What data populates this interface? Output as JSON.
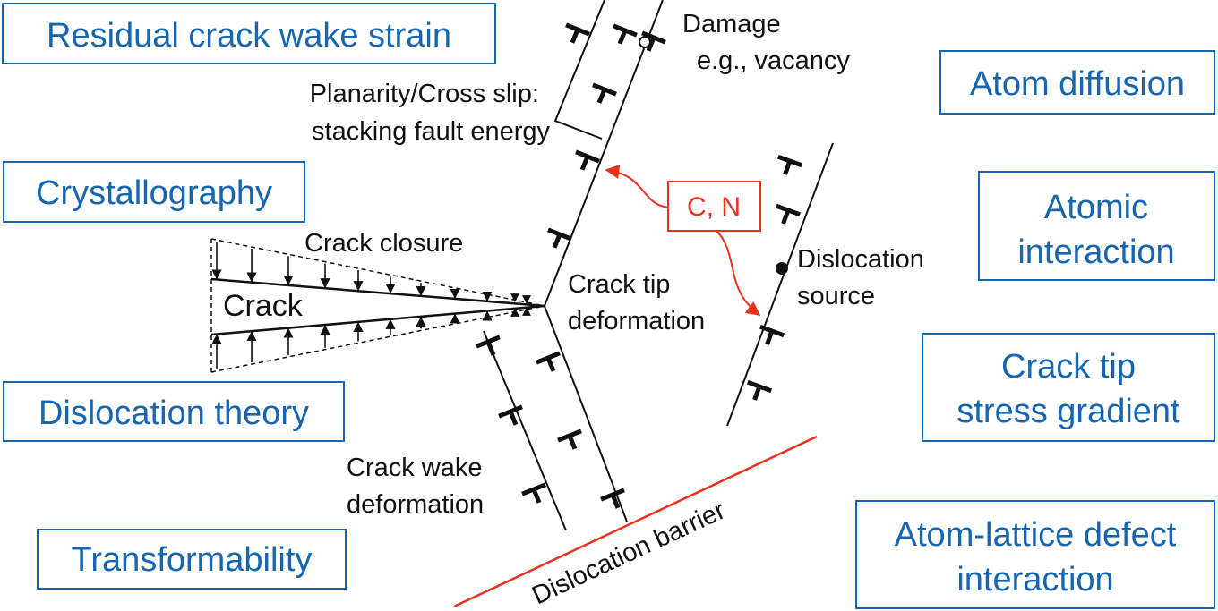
{
  "colors": {
    "box_text": "#1565b0",
    "box_border": "#1565b0",
    "line": "#111111",
    "accent": "#e8321e"
  },
  "boxes": {
    "residual_crack_wake_strain": [
      "Residual crack wake strain"
    ],
    "atom_diffusion": [
      "Atom diffusion"
    ],
    "crystallography": [
      "Crystallography"
    ],
    "atomic_interaction": [
      "Atomic",
      "interaction"
    ],
    "dislocation_theory": [
      "Dislocation theory"
    ],
    "crack_tip_stress_gradient": [
      "Crack tip",
      "stress gradient"
    ],
    "transformability": [
      "Transformability"
    ],
    "atom_lattice_defect_interaction": [
      "Atom-lattice defect",
      "interaction"
    ]
  },
  "labels": {
    "damage": [
      "Damage",
      "e.g., vacancy"
    ],
    "planarity": [
      "Planarity/Cross slip:",
      "stacking fault energy"
    ],
    "crack_closure": "Crack closure",
    "crack": "Crack",
    "crack_tip_deformation": [
      "Crack tip",
      "deformation"
    ],
    "dislocation_source": [
      "Dislocation",
      "source"
    ],
    "crack_wake_deformation": [
      "Crack wake",
      "deformation"
    ],
    "dislocation_barrier": "Dislocation barrier",
    "interstitials": "C, N"
  },
  "icons": {
    "dislocation": "dislocation-tee-icon",
    "vacancy": "vacancy-circle-icon",
    "source": "source-dot-icon"
  }
}
